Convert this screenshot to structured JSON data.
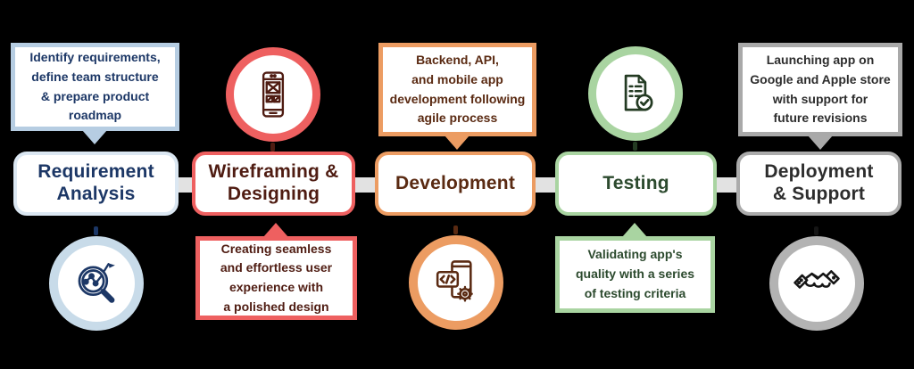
{
  "background_color": "#000000",
  "connector_color": "#e2e2e2",
  "stages": [
    {
      "title": "Requirement\nAnalysis",
      "callout_text": "Identify requirements,\ndefine team structure\n& prepare product\nroadmap",
      "callout_position": "top",
      "icon": "analysis-magnifier-icon",
      "icon_position": "bottom",
      "colors": {
        "callout_border": "#b6cde2",
        "box_border": "#dbe7f2",
        "circle_border": "#c8dbe9",
        "text": "#1c3766",
        "icon": "#1c3766"
      }
    },
    {
      "title": "Wireframing &\nDesigning",
      "callout_text": "Creating seamless\nand effortless user\nexperience with\na polished design",
      "callout_position": "bottom",
      "icon": "phone-wireframe-icon",
      "icon_position": "top",
      "colors": {
        "callout_border": "#ee6060",
        "box_border": "#ee6060",
        "circle_border": "#ee6060",
        "text": "#4f1c12",
        "icon": "#4f1c12"
      }
    },
    {
      "title": "Development",
      "callout_text": "Backend, API,\nand mobile app\ndevelopment following\nagile process",
      "callout_position": "top",
      "icon": "phone-code-gear-icon",
      "icon_position": "bottom",
      "colors": {
        "callout_border": "#ec9c62",
        "box_border": "#ec9c62",
        "circle_border": "#ec9c62",
        "text": "#5a2a12",
        "icon": "#5a2a12"
      }
    },
    {
      "title": "Testing",
      "callout_text": "Validating app's\nquality with a series\nof testing criteria",
      "callout_position": "bottom",
      "icon": "document-check-icon",
      "icon_position": "top",
      "colors": {
        "callout_border": "#a9d4a1",
        "box_border": "#a9d4a1",
        "circle_border": "#a9d4a1",
        "text": "#2c4a2e",
        "icon": "#233a22"
      }
    },
    {
      "title": "Deployment\n& Support",
      "callout_text": "Launching app on\nGoogle and Apple store\nwith support for\nfuture revisions",
      "callout_position": "top",
      "icon": "handshake-icon",
      "icon_position": "bottom",
      "colors": {
        "callout_border": "#a9a9a9",
        "box_border": "#ababab",
        "circle_border": "#b3b3b3",
        "text": "#2d2d2d",
        "icon": "#151515"
      }
    }
  ]
}
